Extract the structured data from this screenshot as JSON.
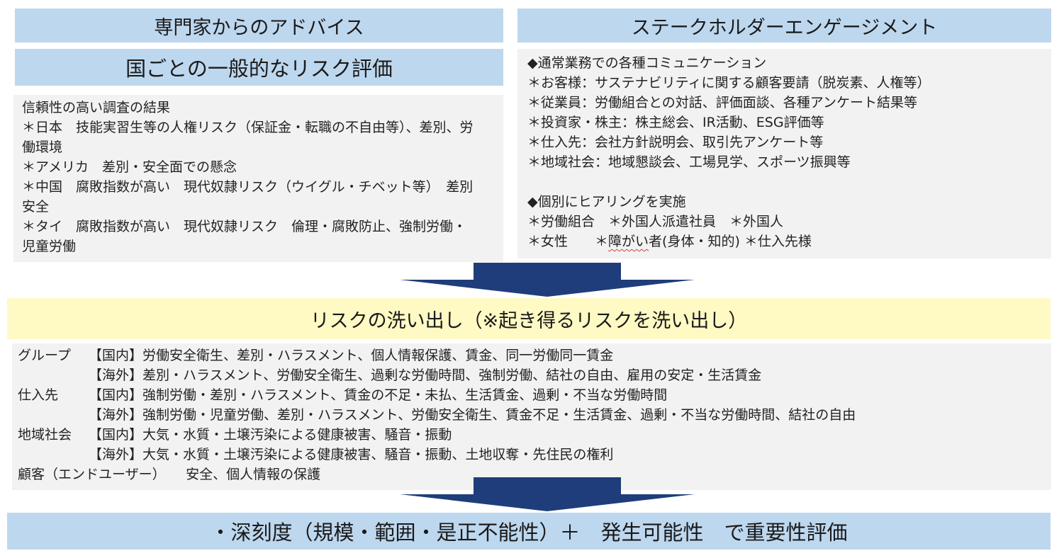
{
  "left": {
    "header1": "専門家からのアドバイス",
    "header2": "国ごとの一般的なリスク評価",
    "panel_lines": [
      "信頼性の高い調査の結果",
      "＊日本　技能実習生等の人権リスク（保証金・転職の不自由等）、差別、労働環境",
      "＊アメリカ　差別・安全面での懸念",
      "＊中国　腐敗指数が高い　現代奴隷リスク（ウイグル・チベット等）　差別　安全",
      "＊タイ　腐敗指数が高い　現代奴隷リスク　倫理・腐敗防止、強制労働・児童労働"
    ]
  },
  "right": {
    "header": "ステークホルダーエンゲージメント",
    "section1_title": "◆通常業務での各種コミュニケーション",
    "section1_items": [
      "＊お客様：サステナビリティに関する顧客要請（脱炭素、人権等）",
      "＊従業員：労働組合との対話、評価面談、各種アンケート結果等",
      "＊投資家・株主：株主総会、IR活動、ESG評価等",
      "＊仕入先：会社方針説明会、取引先アンケート等",
      "＊地域社会：地域懇談会、工場見学、スポーツ振興等"
    ],
    "section2_title": "◆個別にヒアリングを実施",
    "section2_line1": "＊労働組合　＊外国人派遣社員　＊外国人",
    "section2_line2_prefix": "＊女性　　＊",
    "section2_line2_underlined": "障がい",
    "section2_line2_suffix": "者(身体・知的) ＊仕入先様"
  },
  "middle": {
    "title": "リスクの洗い出し（※起き得るリスクを洗い出し）",
    "rows": [
      {
        "label": "グループ",
        "items": "【国内】労働安全衛生、差別・ハラスメント、個人情報保護、賃金、同一労働同一賃金"
      },
      {
        "label": "",
        "items": "【海外】差別・ハラスメント、労働安全衛生、過剰な労働時間、強制労働、結社の自由、雇用の安定・生活賃金"
      },
      {
        "label": "仕入先",
        "items": "【国内】強制労働・差別・ハラスメント、賃金の不足・未払、生活賃金、過剰・不当な労働時間"
      },
      {
        "label": "",
        "items": "【海外】強制労働・児童労働、差別・ハラスメント、労働安全衛生、賃金不足・生活賃金、過剰・不当な労働時間、結社の自由"
      },
      {
        "label": "地域社会",
        "items": "【国内】大気・水質・土壌汚染による健康被害、騒音・振動"
      },
      {
        "label": "",
        "items": "【海外】大気・水質・土壌汚染による健康被害、騒音・振動、土地収奪・先住民の権利"
      }
    ],
    "last_row": "顧客（エンドユーザー）　　安全、個人情報の保護"
  },
  "bottom": {
    "title": "・深刻度（規模・範囲・是正不能性）＋　発生可能性　で重要性評価"
  },
  "colors": {
    "header_blue": "#bdd7ee",
    "panel_gray": "#f2f2f2",
    "highlight_yellow": "#fff9c4",
    "arrow_navy": "#1f3d7a"
  }
}
